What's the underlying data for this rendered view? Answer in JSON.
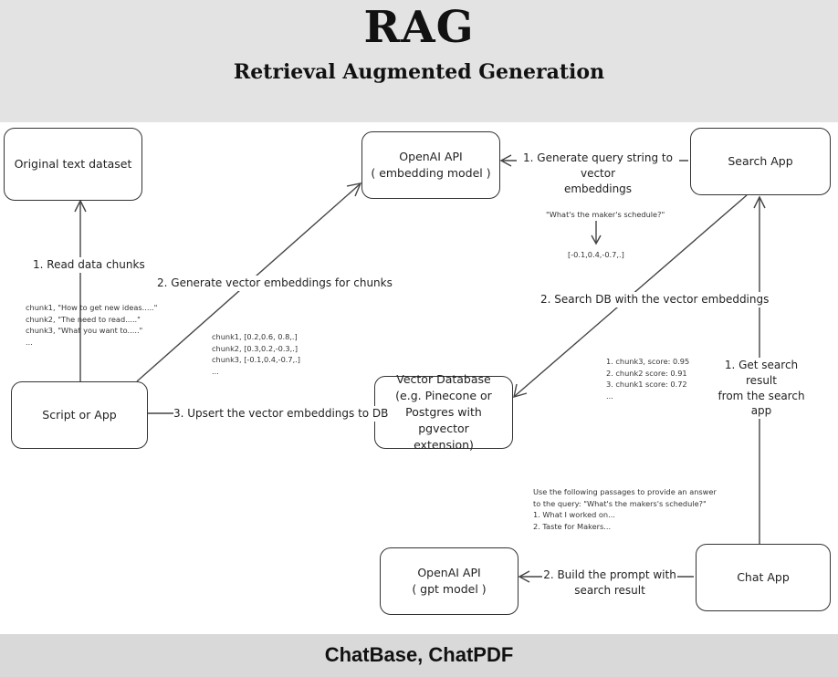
{
  "header": {
    "title": "RAG",
    "subtitle": "Retrieval Augmented Generation"
  },
  "footer": {
    "text": "ChatBase, ChatPDF"
  },
  "nodes": {
    "original_dataset": "Original text dataset",
    "openai_embedding": "OpenAI API\n( embedding model )",
    "search_app": "Search App",
    "script_app": "Script or App",
    "vector_db": "Vector Database\n(e.g. Pinecone or\nPostgres with pgvector\nextension)",
    "openai_gpt": "OpenAI API\n( gpt model )",
    "chat_app": "Chat App"
  },
  "edges": {
    "read_chunks": "1. Read data chunks",
    "generate_embeddings": "2. Generate vector embeddings for chunks",
    "upsert": "3. Upsert the vector embeddings  to DB",
    "query_to_vector": "1. Generate query string to vector\nembeddings",
    "search_db": "2. Search DB with the vector embeddings",
    "get_search_result": "1. Get search result\nfrom the search app",
    "build_prompt": "2. Build the prompt with\nsearch result"
  },
  "notes": {
    "chunks_text": "chunk1, \"How to get new ideas.....\"\nchunk2, \"The need to read.....\"\nchunk3, \"What you want to.....\"\n...",
    "chunks_vectors": "chunk1, [0.2,0.6, 0.8,.]\nchunk2, [0.3,0.2,-0.3,.]\nchunk3, [-0.1,0.4,-0.7,.]\n...",
    "query_text": "\"What's the maker's schedule?\"",
    "query_vector": "[-0.1,0.4,-0.7,.]",
    "scores": "1. chunk3, score: 0.95\n2. chunk2 score: 0.91\n3. chunk1 score: 0.72\n...",
    "prompt": "Use the following passages to provide an answer\nto the query: \"What's the makers's schedule?\"\n1. What I worked on...\n2. Taste for Makers..."
  }
}
